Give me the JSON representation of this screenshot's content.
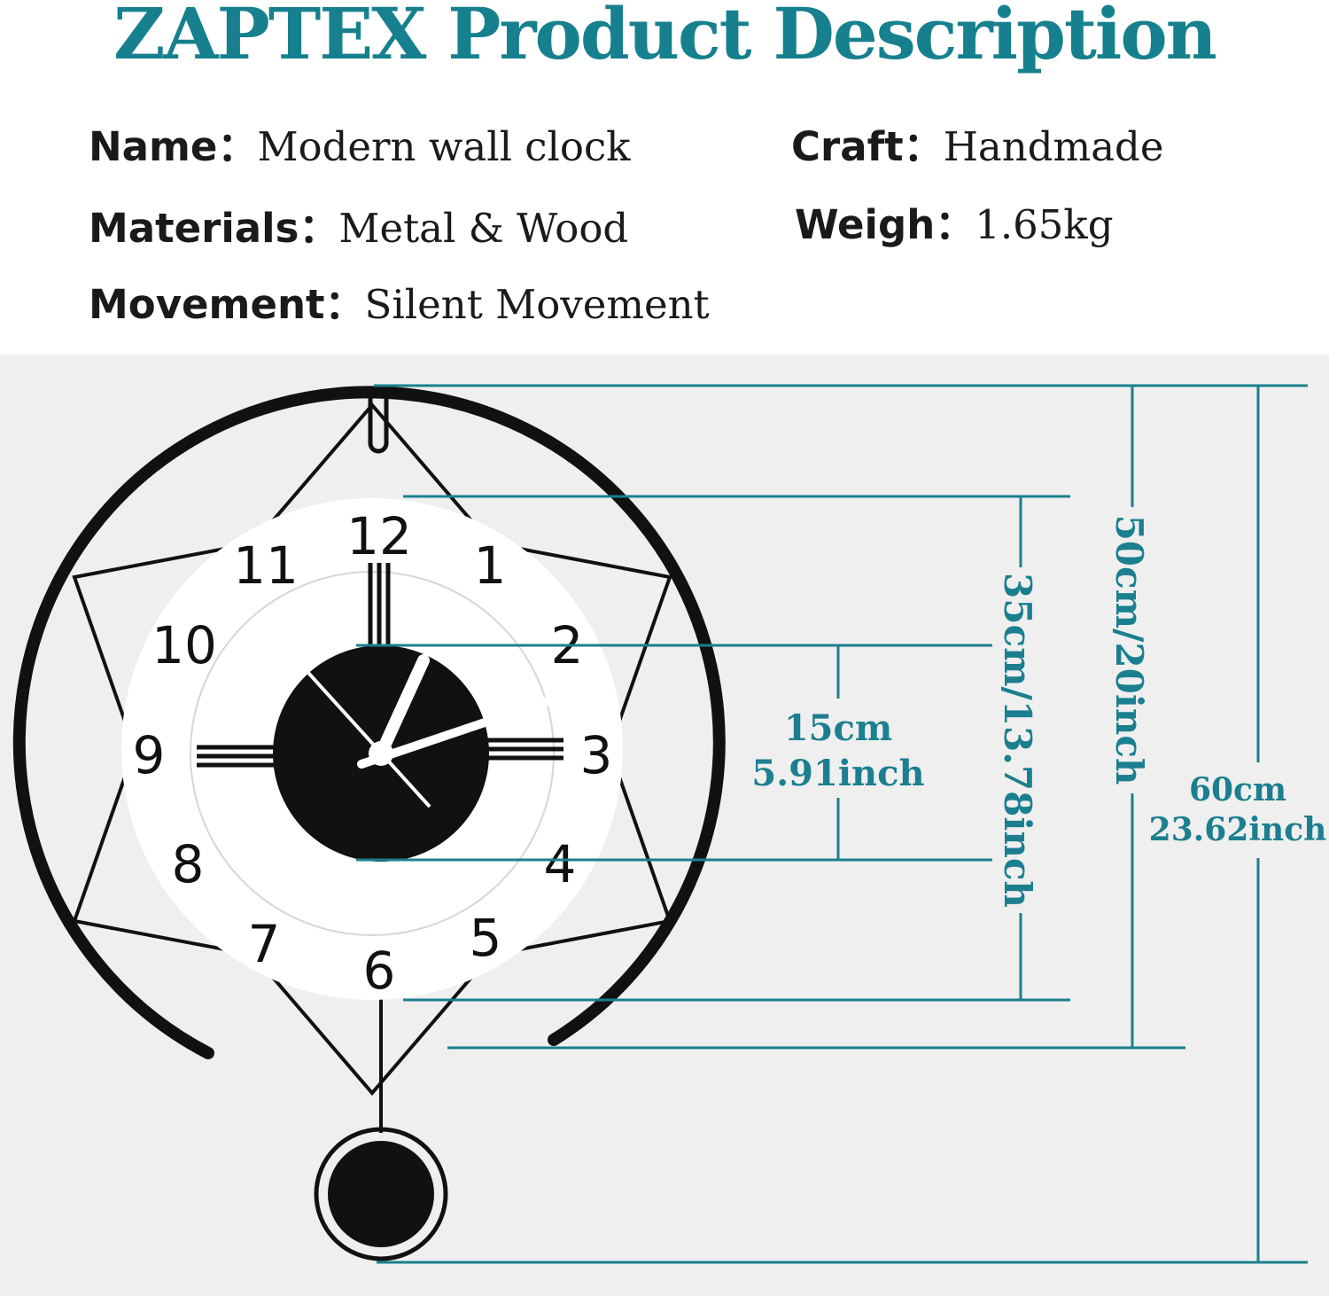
{
  "title": "ZAPTEX Product Description",
  "specs": {
    "name": {
      "label": "Name：",
      "value": "Modern wall clock"
    },
    "craft": {
      "label": "Craft：",
      "value": "Handmade"
    },
    "materials": {
      "label": "Materials：",
      "value": "Metal & Wood"
    },
    "weigh": {
      "label": "Weigh：",
      "value": "1.65kg"
    },
    "movement": {
      "label": "Movement：",
      "value": "Silent Movement"
    }
  },
  "dimensions": {
    "center": {
      "cm": "15cm",
      "inch": "5.91inch"
    },
    "dial": "35cm/13.78inch",
    "frame": "50cm/20inch",
    "total": {
      "cm": "60cm",
      "inch": "23.62inch"
    }
  },
  "clock_numerals": [
    "12",
    "1",
    "2",
    "3",
    "4",
    "5",
    "6",
    "7",
    "8",
    "9",
    "10",
    "11"
  ],
  "colors": {
    "title": "#16808e",
    "dimension_line": "#1b7f8f",
    "clock_body": "#111111",
    "dial": "#ffffff",
    "background": "#efefef"
  }
}
